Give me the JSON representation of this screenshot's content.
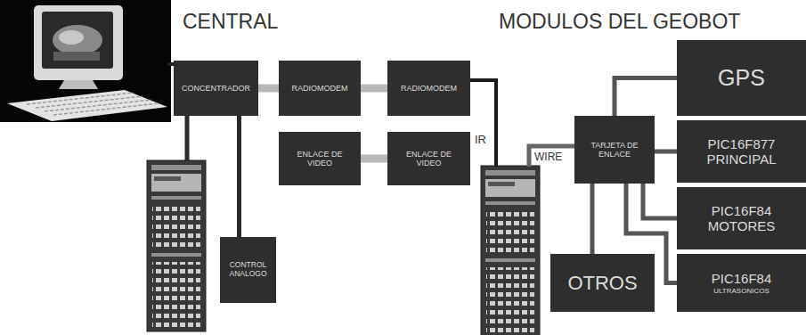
{
  "diagram": {
    "nodes": [
      {
        "text": [
          "CONCENTRADOR"
        ]
      },
      {
        "text": [
          "RADIOMODEM"
        ]
      },
      {
        "text": [
          "RADIOMODEM"
        ]
      },
      {
        "text": [
          "ENLACE DE VIDEO"
        ]
      },
      {
        "text": [
          "ENLACE DE VIDEO"
        ]
      },
      {
        "text": [
          "CONTROL ANALOGO"
        ]
      },
      {
        "text": [
          "TARJETA DE ENLACE"
        ]
      },
      {
        "text": [
          "GPS"
        ]
      },
      {
        "text": [
          "PIC16F877",
          "PRINCIPAL"
        ]
      },
      {
        "text": [
          "PIC16F84",
          "MOTORES"
        ]
      },
      {
        "text": [
          "OTROS"
        ]
      },
      {
        "text": [
          "PIC16F84",
          "ULTRASONICOS"
        ]
      }
    ],
    "edges": [
      {
        "from": 0,
        "to": 1,
        "arrow": "none"
      },
      {
        "from": 1,
        "to": 2,
        "arrow": "none"
      },
      {
        "from": 3,
        "to": 4,
        "arrow": "none"
      },
      {
        "from": 0,
        "to": 5,
        "arrow": "none"
      },
      {
        "from": 6,
        "to": 7,
        "arrow": "none"
      },
      {
        "from": 6,
        "to": 8,
        "arrow": "none"
      },
      {
        "from": 6,
        "to": 9,
        "arrow": "none"
      },
      {
        "from": 6,
        "to": 10,
        "arrow": "none"
      },
      {
        "from": 6,
        "to": 11,
        "arrow": "none"
      }
    ],
    "labels": [
      "CENTRAL",
      "MODULOS DEL GEOBOT",
      "IR",
      "WIRE"
    ]
  }
}
